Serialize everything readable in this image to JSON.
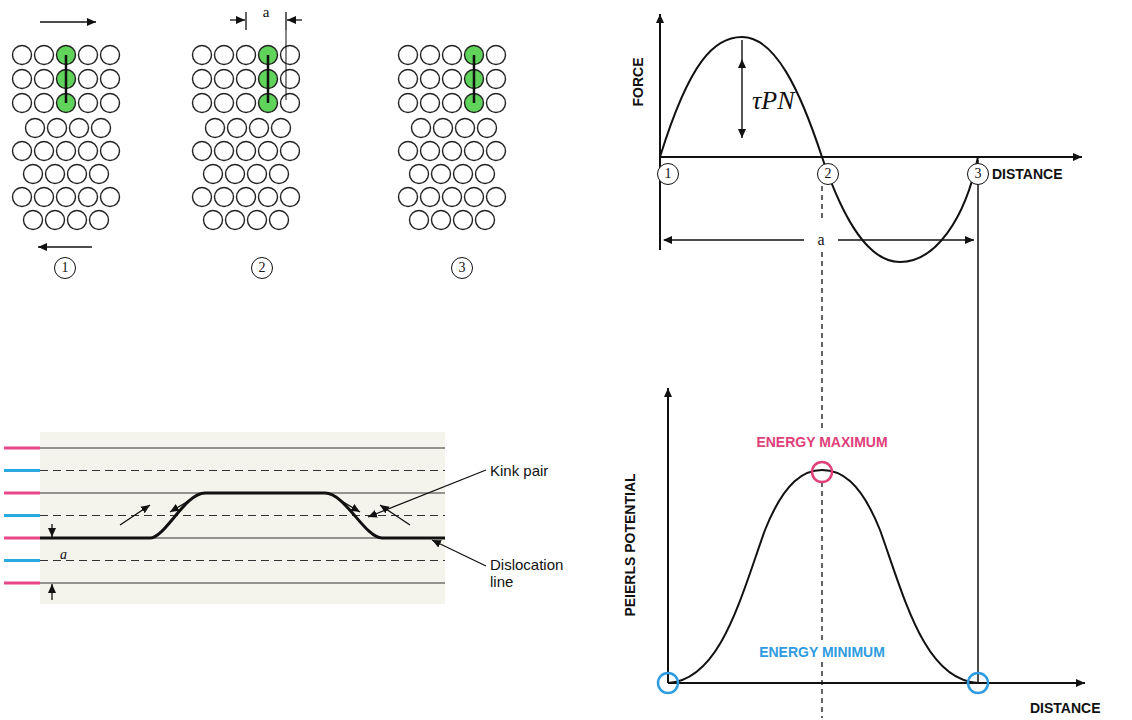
{
  "diagram": {
    "nodes": [
      {
        "text": [
          "1"
        ]
      },
      {
        "text": [
          "2"
        ]
      },
      {
        "text": [
          "3"
        ]
      },
      {
        "text": [
          "1"
        ]
      },
      {
        "text": [
          "2"
        ]
      },
      {
        "text": [
          "3"
        ]
      }
    ],
    "labels": [
      "a",
      "FORCE",
      "τPN",
      "DISTANCE",
      "a",
      "Kink pair",
      "Dislocation line",
      "a",
      "PEIERLS POTENTIAL",
      "ENERGY MAXIMUM",
      "ENERGY MINIMUM",
      "DISTANCE"
    ]
  }
}
